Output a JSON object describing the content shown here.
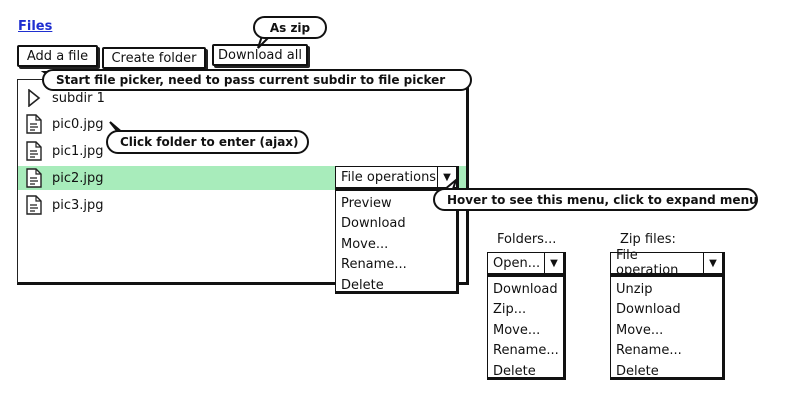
{
  "header": {
    "files_link": "Files"
  },
  "toolbar": {
    "add_file": "Add a file",
    "create_folder": "Create folder",
    "download_all": "Download all"
  },
  "file_list": {
    "items": [
      {
        "name": "subdir 1",
        "type": "folder"
      },
      {
        "name": "pic0.jpg",
        "type": "file"
      },
      {
        "name": "pic1.jpg",
        "type": "file"
      },
      {
        "name": "pic2.jpg",
        "type": "file",
        "highlighted": true
      },
      {
        "name": "pic3.jpg",
        "type": "file"
      }
    ],
    "highlight_color": "#a8ecbb"
  },
  "file_ops": {
    "label": "File operations",
    "items": [
      "Preview",
      "Download",
      "Move...",
      "Rename...",
      "Delete"
    ]
  },
  "folders": {
    "caption": "Folders...",
    "label": "Open...",
    "items": [
      "Download",
      "Zip...",
      "Move...",
      "Rename...",
      "Delete"
    ]
  },
  "zip_files": {
    "caption": "Zip files:",
    "label": "File operation",
    "items": [
      "Unzip",
      "Download",
      "Move...",
      "Rename...",
      "Delete"
    ]
  },
  "annotations": {
    "as_zip": "As zip",
    "file_picker": "Start file picker, need to pass current subdir to file picker",
    "click_folder": "Click folder to enter (ajax)",
    "hover_menu": "Hover to see this menu, click to expand menu"
  }
}
